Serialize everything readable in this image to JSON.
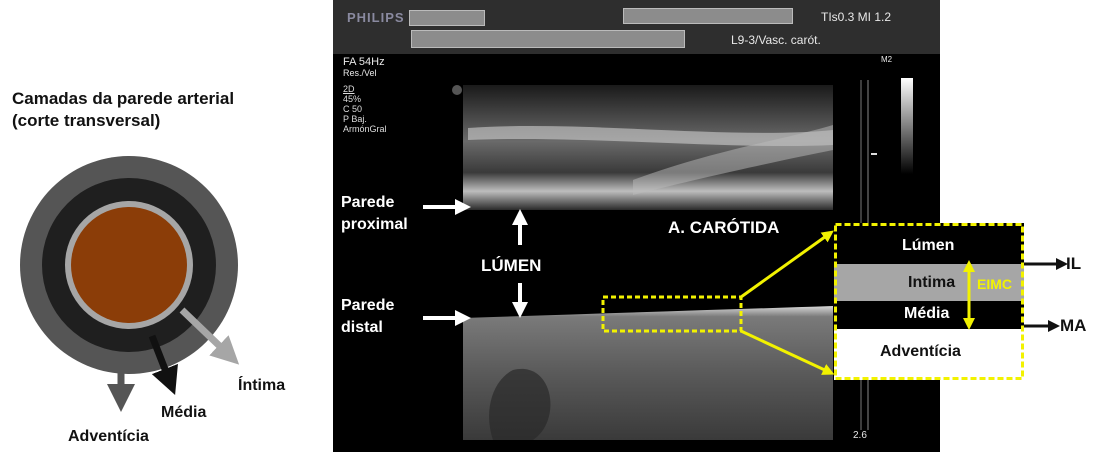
{
  "left_panel": {
    "title_line1": "Camadas da parede arterial",
    "title_line2": "(corte transversal)",
    "labels": {
      "intima": "Íntima",
      "media": "Média",
      "adventicia": "Adventícia"
    }
  },
  "ultrasound": {
    "brand": "PHILIPS",
    "tis_mi": "TIs0.3   MI 1.2",
    "probe": "L9-3/Vasc. carót.",
    "freq": "FA 54Hz",
    "mode": "Res./Vel",
    "settings": [
      "2D",
      " 45%",
      "C 50",
      "P Baj.",
      "ArmónGral"
    ],
    "scale_label": "M2",
    "depth": "2.6",
    "labels": {
      "parede_proximal_1": "Parede",
      "parede_proximal_2": "proximal",
      "parede_distal_1": "Parede",
      "parede_distal_2": "distal",
      "lumen": "LÚMEN",
      "carotida": "A. CARÓTIDA"
    }
  },
  "zoom_box": {
    "lumen": "Lúmen",
    "intima": "Intima",
    "media": "Média",
    "adventicia": "Adventícia",
    "eimc": "EIMC"
  },
  "right_labels": {
    "il": "IL",
    "ma": "MA"
  },
  "colors": {
    "lumen_fill": "#8b3d08",
    "intima_ring": "#a6a6a6",
    "media_ring": "#1f1f1f",
    "adventicia_ring": "#555555",
    "zoom_border": "#f2f200",
    "zoom_intima": "#a6a6a6"
  }
}
